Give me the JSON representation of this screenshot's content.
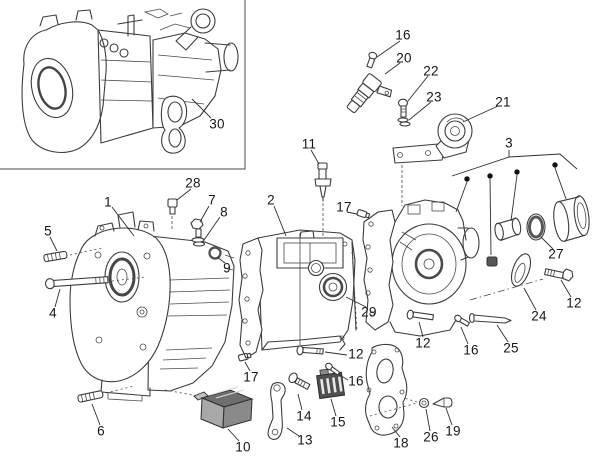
{
  "diagram": {
    "kind": "exploded-parts-diagram",
    "subject": "gearbox transmission case assembly",
    "background": "#ffffff",
    "line_color": "#3c3c3c",
    "label_color": "#161616",
    "shade_dark": "#4f4f4f",
    "shade_light": "#d9d9d9"
  },
  "inset": {
    "content": "assembled-gearbox",
    "callout": "30"
  },
  "callouts": [
    {
      "label": "1",
      "part": "front-case-half"
    },
    {
      "label": "2",
      "part": "center-case-half"
    },
    {
      "label": "3",
      "part": "bushing-seal-kit"
    },
    {
      "label": "4",
      "part": "hex-bolt"
    },
    {
      "label": "5",
      "part": "stud"
    },
    {
      "label": "6",
      "part": "stud"
    },
    {
      "label": "7",
      "part": "hex-bolt"
    },
    {
      "label": "8",
      "part": "washer"
    },
    {
      "label": "9",
      "part": "o-ring"
    },
    {
      "label": "10",
      "part": "mount-block"
    },
    {
      "label": "11",
      "part": "switch"
    },
    {
      "label": "12",
      "part": "hex-bolt"
    },
    {
      "label": "12",
      "part": "hex-bolt"
    },
    {
      "label": "12",
      "part": "hex-bolt"
    },
    {
      "label": "13",
      "part": "lever-bracket"
    },
    {
      "label": "14",
      "part": "bolt"
    },
    {
      "label": "15",
      "part": "slotted-plate"
    },
    {
      "label": "16",
      "part": "bolt"
    },
    {
      "label": "16",
      "part": "bolt"
    },
    {
      "label": "16",
      "part": "bolt"
    },
    {
      "label": "17",
      "part": "plug"
    },
    {
      "label": "17",
      "part": "plug"
    },
    {
      "label": "18",
      "part": "gasket"
    },
    {
      "label": "19",
      "part": "taper-pin"
    },
    {
      "label": "20",
      "part": "speed-sensor"
    },
    {
      "label": "21",
      "part": "engine-mount"
    },
    {
      "label": "22",
      "part": "bolt"
    },
    {
      "label": "23",
      "part": "washer"
    },
    {
      "label": "24",
      "part": "retainer-plate"
    },
    {
      "label": "25",
      "part": "pin"
    },
    {
      "label": "26",
      "part": "nut"
    },
    {
      "label": "27",
      "part": "seal-ring"
    },
    {
      "label": "28",
      "part": "plug"
    },
    {
      "label": "29",
      "part": "gasket"
    },
    {
      "label": "30",
      "part": "gearbox-assembly"
    }
  ]
}
